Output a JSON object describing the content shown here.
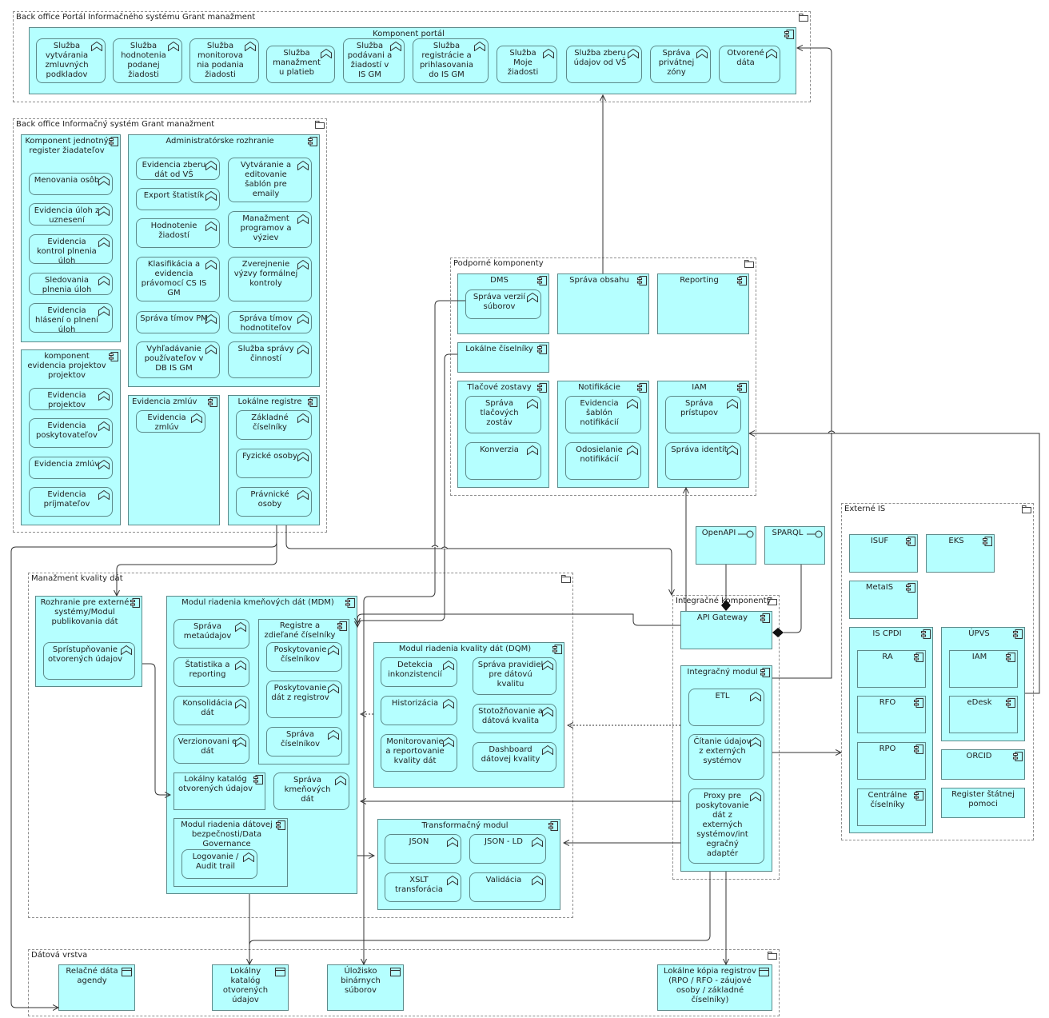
{
  "groups": {
    "portal": "Back office Portál Informačného systému Grant manažment",
    "is": "Back office Informačný systém Grant manažment",
    "podporne": "Podporné komponenty",
    "kvalita": "Manažment kvality dát",
    "integracne": "Integračné komponenty",
    "externe": "Externé IS",
    "datova": "Dátová vrstva"
  },
  "portal": {
    "component": "Komponent portál",
    "services": [
      "Služba vytvárania zmluvných podkladov",
      "Služba hodnotenia podanej žiadosti",
      "Služba monitorova nia podania žiadosti",
      "Služba manažment u platieb",
      "Služba podávani a žiadostí v IS GM",
      "Služba registrácie a prihlasovania do IS GM",
      "Služba Moje žiadosti",
      "Služba zberu údajov od VŠ",
      "Správa privátnej zóny",
      "Otvorené dáta"
    ]
  },
  "is": {
    "register": {
      "title": "Komponent jednotný register žiadateľov",
      "services": [
        "Menovania osôb",
        "Evidencia úloh z uznesení",
        "Evidencia kontrol plnenia úloh",
        "Sledovania plnenia úloh",
        "Evidencia hlásení o plnení úloh"
      ]
    },
    "projekty": {
      "title": "komponent evidencia projektov projektov",
      "services": [
        "Evidencia projektov",
        "Evidencia poskytovateľov",
        "Evidencia zmlúv",
        "Evidencia príjmateľov"
      ]
    },
    "admin": {
      "title": "Administratórske rozhranie",
      "services": [
        "Evidencia zberu dát od VŠ",
        "Vytváranie a editovanie šablón pre emaily",
        "Export štatistík",
        "Hodnotenie žiadostí",
        "Manažment programov a výziev",
        "Klasifikácia a evidencia právomocí CS IS GM",
        "Zverejnenie výzvy formálnej kontroly",
        "Správa tímov PM",
        "Správa tímov hodnotiteľov",
        "Vyhľadávanie používateľov v DB IS GM",
        "Služba správy činností"
      ]
    },
    "zmluvy": {
      "title": "Evidencia zmlúv",
      "services": [
        "Evidencia zmlúv"
      ]
    },
    "registre": {
      "title": "Lokálne registre",
      "services": [
        "Základné číselníky",
        "Fyzické osoby",
        "Právnické osoby"
      ]
    }
  },
  "podporne": {
    "dms": {
      "title": "DMS",
      "services": [
        "Správa verzií súborov"
      ]
    },
    "obsah": "Správa obsahu",
    "reporting": "Reporting",
    "ciselniky": "Lokálne číselníky",
    "tlacove": {
      "title": "Tlačové zostavy",
      "services": [
        "Správa tlačových zostáv",
        "Konverzia"
      ]
    },
    "notifikacie": {
      "title": "Notifikácie",
      "services": [
        "Evidencia šablón notifikácií",
        "Odosielanie notifikácií"
      ]
    },
    "iam": {
      "title": "IAM",
      "services": [
        "Správa prístupov",
        "Správa identít"
      ]
    }
  },
  "kvalita": {
    "rozhranie": {
      "title": "Rozhranie pre externé systémy/Modul publikovania dát",
      "services": [
        "Sprístupňovanie otvorených údajov"
      ]
    },
    "mdm": {
      "title": "Modul riadenia kmeňových dát (MDM)",
      "services": [
        "Správa metaúdajov",
        "Štatistika a reporting",
        "Konsolidácia dát",
        "Verzionovani e dát",
        "Správa kmeňových dát"
      ],
      "registre": {
        "title": "Registre a zdieľané číselníky",
        "services": [
          "Poskytovanie číselníkov",
          "Poskytovanie dát z registrov",
          "Správa číselníkov"
        ]
      },
      "katalog": "Lokálny katalóg otvorených údajov",
      "governance": {
        "title": "Modul riadenia dátovej bezpečnosti/Data Governance",
        "services": [
          "Logovanie / Audit trail"
        ]
      }
    },
    "dqm": {
      "title": "Modul riadenia kvality dát (DQM)",
      "services": [
        "Detekcia inkonzistencií",
        "Správa pravidiel pre dátovú kvalitu",
        "Historizácia",
        "Stotožňovanie a dátová kvalita",
        "Monitorovanie a reportovanie kvality dát",
        "Dashboard dátovej kvality"
      ]
    },
    "transform": {
      "title": "Transformačný modul",
      "services": [
        "JSON",
        "JSON - LD",
        "XSLT transforácia",
        "Validácia"
      ]
    }
  },
  "integracne": {
    "openapi": "OpenAPI",
    "sparql": "SPARQL",
    "gateway": "API Gateway",
    "modul": {
      "title": "Integračný modul",
      "services": [
        "ETL",
        "Čítanie údajov z externých systémov",
        "Proxy pre poskytovanie dát z externých systémov/int egračný adaptér"
      ]
    }
  },
  "externe": {
    "isuf": "ISUF",
    "eks": "EKS",
    "metais": "MetaIS",
    "cpdi": {
      "title": "IS CPDI",
      "items": [
        "RA",
        "RFO",
        "RPO",
        "Centrálne číselníky"
      ]
    },
    "upvs": {
      "title": "ÚPVS",
      "items": [
        "IAM",
        "eDesk"
      ]
    },
    "orcid": "ORCID",
    "register": "Register štátnej pomoci"
  },
  "datova": {
    "items": [
      "Relačné dáta agendy",
      "Lokálny katalóg otvorených údajov",
      "Úložisko binárnych súborov",
      "Lokálne kópia registrov (RPO / RFO - záujové osoby / základné číselníky)"
    ]
  },
  "colors": {
    "fill": "#b5ffff",
    "stroke": "#5c8a8a",
    "line": "#333333"
  }
}
